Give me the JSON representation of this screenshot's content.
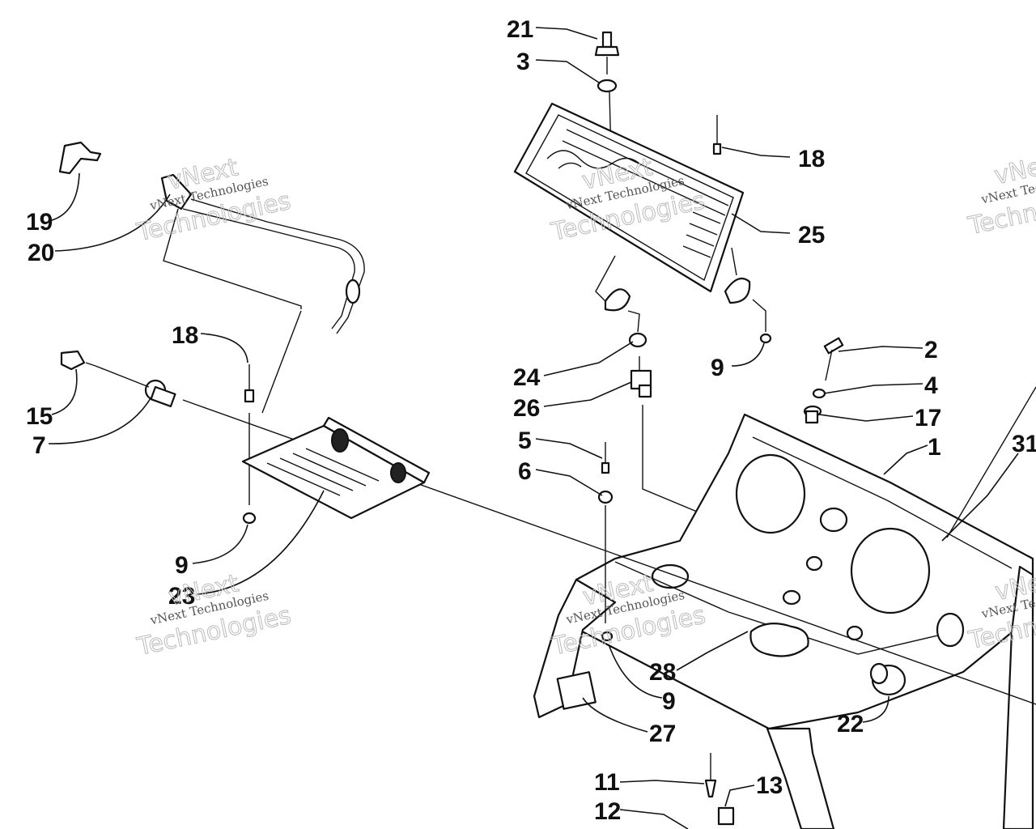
{
  "watermark": {
    "line1": "vNext",
    "line2": "vNext Technologies",
    "line3": "Technologies"
  },
  "callouts": [
    {
      "id": "c21",
      "text": "21"
    },
    {
      "id": "c3",
      "text": "3"
    },
    {
      "id": "c18a",
      "text": "18"
    },
    {
      "id": "c25",
      "text": "25"
    },
    {
      "id": "c19",
      "text": "19"
    },
    {
      "id": "c20",
      "text": "20"
    },
    {
      "id": "c9a",
      "text": "9"
    },
    {
      "id": "c2",
      "text": "2"
    },
    {
      "id": "c4",
      "text": "4"
    },
    {
      "id": "c17",
      "text": "17"
    },
    {
      "id": "c1",
      "text": "1"
    },
    {
      "id": "c31",
      "text": "31"
    },
    {
      "id": "c18b",
      "text": "18"
    },
    {
      "id": "c24",
      "text": "24"
    },
    {
      "id": "c26",
      "text": "26"
    },
    {
      "id": "c15",
      "text": "15"
    },
    {
      "id": "c7",
      "text": "7"
    },
    {
      "id": "c5",
      "text": "5"
    },
    {
      "id": "c6",
      "text": "6"
    },
    {
      "id": "c9b",
      "text": "9"
    },
    {
      "id": "c23",
      "text": "23"
    },
    {
      "id": "c28",
      "text": "28"
    },
    {
      "id": "c9c",
      "text": "9"
    },
    {
      "id": "c27",
      "text": "27"
    },
    {
      "id": "c22",
      "text": "22"
    },
    {
      "id": "c11",
      "text": "11"
    },
    {
      "id": "c13",
      "text": "13"
    },
    {
      "id": "c12",
      "text": "12"
    }
  ]
}
